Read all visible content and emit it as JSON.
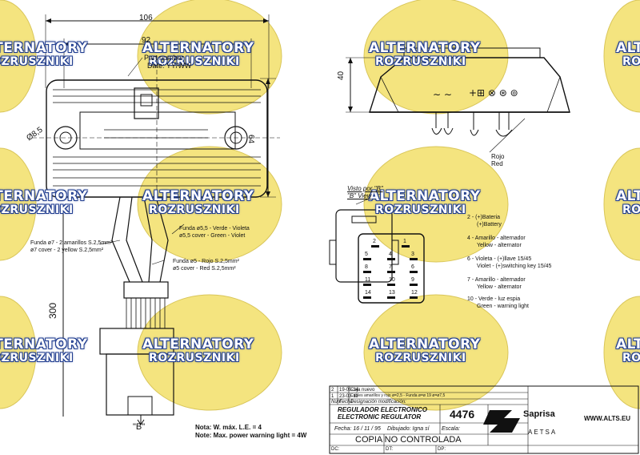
{
  "watermark": {
    "line1": "ALTERNATORY",
    "line2": "ROZRUSZNIKI",
    "color": "#f3e27a",
    "text_color": "#1f3c8f"
  },
  "dimensions": {
    "width_outer": "106",
    "width_inner": "92",
    "height_side": "40",
    "height_body": "64",
    "cable_length": "300",
    "hole": "Ø8,5"
  },
  "labels": {
    "part_number": "Part number",
    "date": "Date: YY/WW",
    "funda_7_es": "Funda ø7 - 2 amarillos S.2,5mm²",
    "funda_7_en": "ø7 cover - 2 yellow S.2,5mm²",
    "funda_55_es": "Funda ø5,5 - Verde - Violeta",
    "funda_55_en": "ø5,5 cover - Green - Violet",
    "funda_5_es": "Funda ø5 - Rojo S.2,5mm²",
    "funda_5_en": "ø5 cover - Red S.2,5mm²",
    "rojo": "Rojo",
    "red": "Red",
    "view_b": "\"B\"",
    "visto_es": "Visto por \"B\"",
    "visto_en": "\"B\" View"
  },
  "pins": [
    {
      "es": "2 - (+)Bateria",
      "en": "(+)Battery"
    },
    {
      "es": "4 - Amarillo - alternador",
      "en": "Yellow - alternator"
    },
    {
      "es": "6 - Violeta - (+)llave 15/45",
      "en": "Violet - (+)switching key 15/45"
    },
    {
      "es": "7 - Amarillo - alternador",
      "en": "Yellow - alternator"
    },
    {
      "es": "10 - Verde - luz espia",
      "en": "Green - warning light"
    }
  ],
  "connector_pins": [
    "2",
    "1",
    "5",
    "4",
    "3",
    "8",
    "7",
    "6",
    "11",
    "10",
    "9",
    "14",
    "13",
    "12"
  ],
  "notes": {
    "line1": "Nota:  W. máx. L.E. = 4",
    "line2": "Note: Max. power warning light = 4W"
  },
  "title_block": {
    "rev2_num": "2",
    "rev2_date": "19-09-14",
    "rev2_desc": "Caja nuevo",
    "rev1_num": "1",
    "rev1_date": "23-03-11",
    "rev1_desc": "Cables amarillos y rojo ø=2,5 - Funda ø=ø 19 ø=ø7,5",
    "h_num": "Num.",
    "h_fecha": "Fecha",
    "h_desig": "Designación modificación:",
    "title_es": "REGULADOR ELECTRONICO",
    "title_en": "ELECTRONIC REGULATOR",
    "part_no": "4476",
    "brand": "Saprisa",
    "brand2": "AETSA",
    "fecha": "Fecha: 16 / 11 / 95",
    "dibujado": "Dibujado: Igna sí",
    "escala": "Escala:",
    "copy": "COPIA NO CONTROLADA",
    "dc": "DC:",
    "dt": "DT:",
    "dp": "DP:"
  },
  "website": "WWW.ALTS.EU"
}
